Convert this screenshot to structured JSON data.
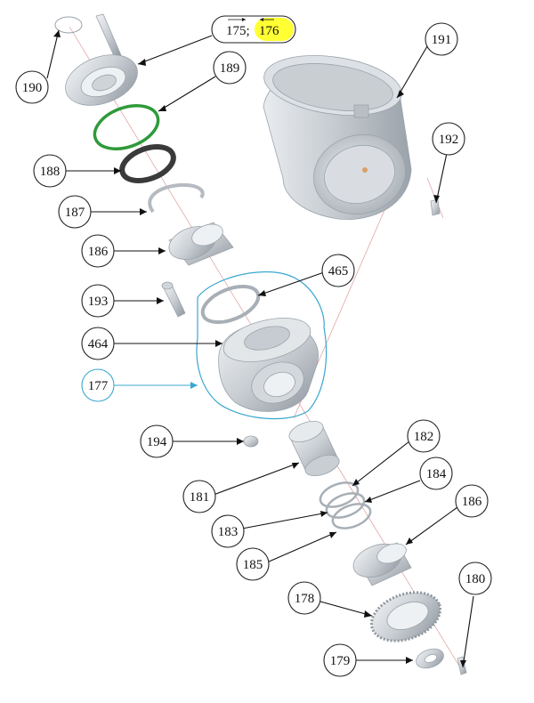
{
  "colors": {
    "metal_light": "#dfe3e7",
    "metal_mid": "#c3c9cf",
    "metal_dark": "#8e969e",
    "oring_green": "#2e9a3a",
    "seal_dark": "#3a3a3a",
    "group_outline": "#3aa7cf",
    "highlight": "#ffff33",
    "axis_line": "#d98c8c"
  },
  "callouts": {
    "c175_176": {
      "first": "175;",
      "second": "176"
    },
    "c190": "190",
    "c189": "189",
    "c191": "191",
    "c192": "192",
    "c188": "188",
    "c187": "187",
    "c186a": "186",
    "c465": "465",
    "c193": "193",
    "c464": "464",
    "c177": "177",
    "c194": "194",
    "c182": "182",
    "c181": "181",
    "c184": "184",
    "c183": "183",
    "c186b": "186",
    "c185": "185",
    "c180": "180",
    "c178": "178",
    "c179": "179"
  }
}
